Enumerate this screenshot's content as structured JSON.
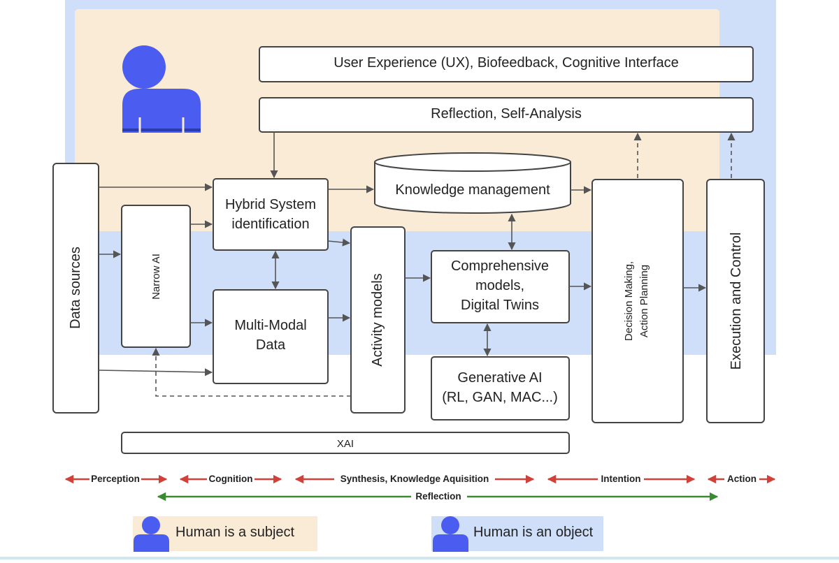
{
  "colors": {
    "subject_area": "#faebd7",
    "object_area": "#cfdff9",
    "human_icon": "#4a5df0",
    "stage_arrow": "#d0413a",
    "reflection_arrow": "#3a8a33"
  },
  "boxes": {
    "ux": "User Experience (UX), Biofeedback, Cognitive Interface",
    "reflection_box": "Reflection, Self-Analysis",
    "data_sources": "Data sources",
    "narrow_ai": "Narrow AI",
    "hybrid_line1": "Hybrid System",
    "hybrid_line2": "identification",
    "multimodal_line1": "Multi-Modal",
    "multimodal_line2": "Data",
    "activity_models": "Activity models",
    "knowledge": "Knowledge management",
    "comprehensive_line1": "Comprehensive",
    "comprehensive_line2": "models,",
    "comprehensive_line3": "Digital Twins",
    "generative_line1": "Generative AI",
    "generative_line2": "(RL, GAN, MAC...)",
    "decision_line1": "Decision Making,",
    "decision_line2": "Action Planning",
    "execution": "Execution and Control",
    "xai": "XAI"
  },
  "stages": {
    "perception": "Perception",
    "cognition": "Cognition",
    "synthesis": "Synthesis, Knowledge Aquisition",
    "intention": "Intention",
    "action": "Action",
    "reflection": "Reflection"
  },
  "legend": {
    "subject": "Human is a subject",
    "object": "Human is an object"
  }
}
